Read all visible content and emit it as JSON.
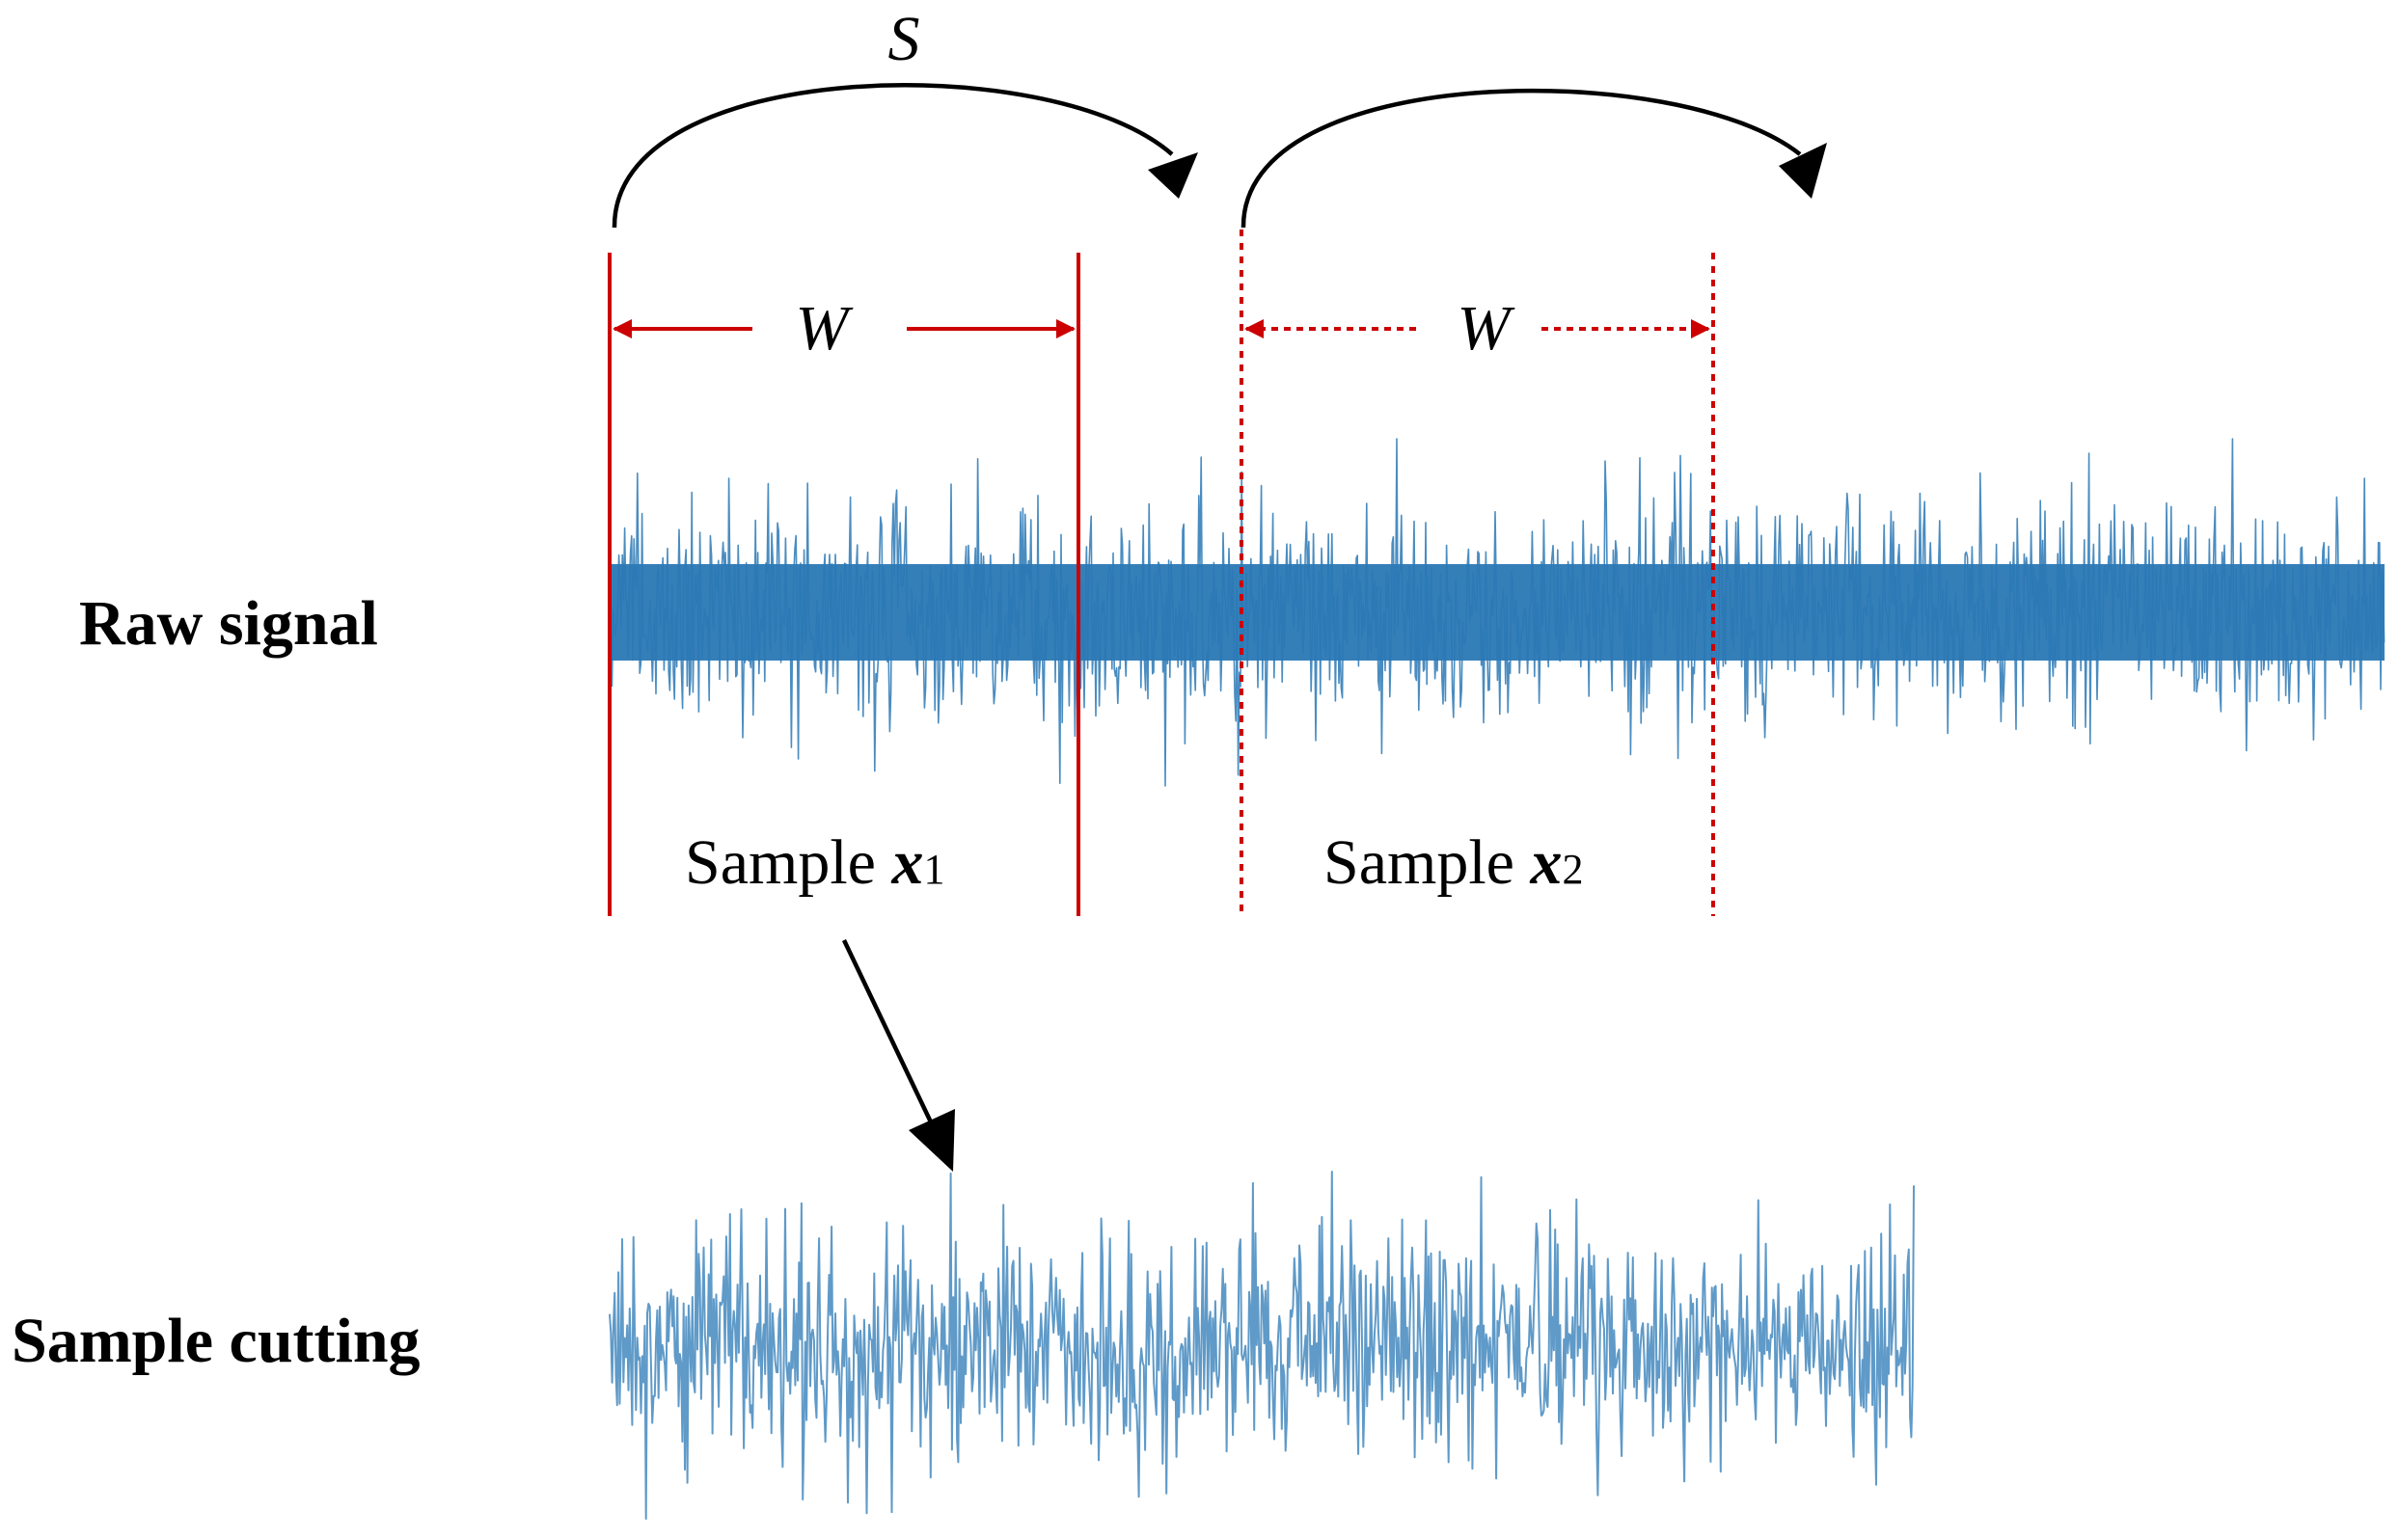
{
  "labels": {
    "raw_signal": "Raw signal",
    "sample_cutting": "Sample cutting",
    "stride": "S",
    "window_1": "W",
    "window_2": "W",
    "sample_1_prefix": "Sample ",
    "sample_1_var": "x",
    "sample_1_sub": "1",
    "sample_2_prefix": "Sample ",
    "sample_2_var": "x",
    "sample_2_sub": "2"
  },
  "colors": {
    "signal": "#2a78b5",
    "window_marker": "#cc0000",
    "arrow": "#000000",
    "text": "#000000"
  }
}
